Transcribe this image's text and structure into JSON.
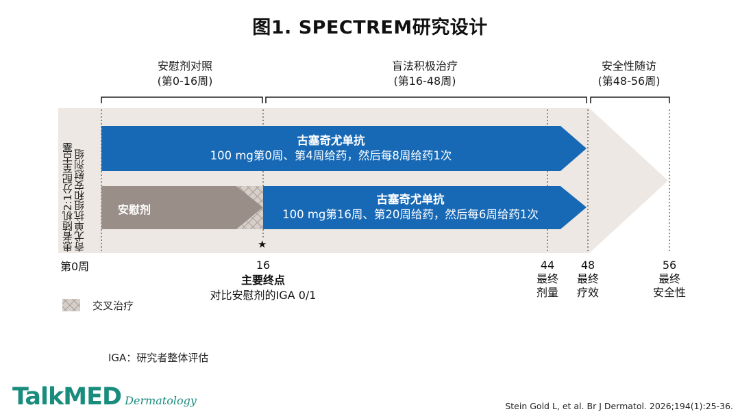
{
  "title": "图1. SPECTREM研究设计",
  "phases": [
    {
      "line1": "安慰剂对照",
      "line2": "(第0-16周)"
    },
    {
      "line1": "盲法积极治疗",
      "line2": "(第16-48周)"
    },
    {
      "line1": "安全性随访",
      "line2": "(第48-56周)"
    }
  ],
  "randomization": {
    "line1": "患者随机2:1分配至古塞",
    "line2": "奇尤单抗组和安慰剂组"
  },
  "arm1": {
    "name": "古塞奇尤单抗",
    "regimen": "100 mg第0周、第4周给药，然后每8周给药1次"
  },
  "arm2": {
    "placebo": "安慰剂",
    "name": "古塞奇尤单抗",
    "regimen": "100 mg第16周、第20周给药，然后每6周给药1次"
  },
  "star": "★",
  "ticks": {
    "w0": "第0周",
    "w16": "16",
    "primary_title": "主要终点",
    "primary_desc": "对比安慰剂的IGA 0/1",
    "w44": "44",
    "w44_l1": "最终",
    "w44_l2": "剂量",
    "w48": "48",
    "w48_l1": "最终",
    "w48_l2": "疗效",
    "w56": "56",
    "w56_l1": "最终",
    "w56_l2": "安全性"
  },
  "legend": {
    "crossover": "交叉治疗"
  },
  "footnote": "IGA：研究者整体评估",
  "logo": {
    "main": "TalkMED",
    "sub": "Dermatology"
  },
  "citation": "Stein Gold L, et al. Br J Dermatol. 2026;194(1):25-36.",
  "colors": {
    "band": "#ede8e3",
    "blue": "#1769b6",
    "placebo": "#9a8f88",
    "hatch": "#b6ada6",
    "logo": "#1a8c7e"
  }
}
